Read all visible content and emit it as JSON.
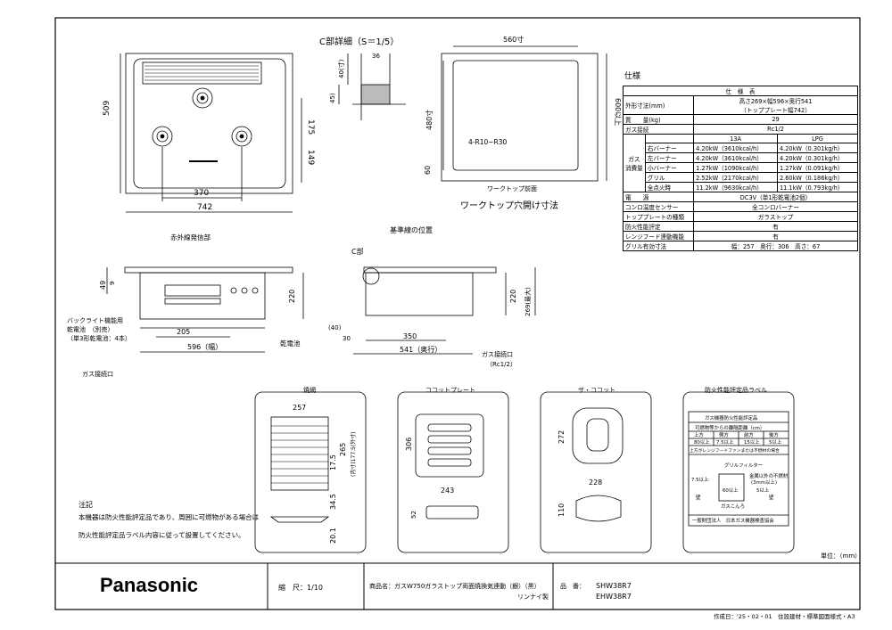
{
  "detail_c": {
    "title": "C部詳細（S＝1/5）",
    "dims": [
      "36",
      "40(寸)",
      "45)"
    ]
  },
  "top_view": {
    "dims": [
      "509",
      "175",
      "149",
      "370",
      "742"
    ]
  },
  "cutout": {
    "title": "ワークトップ穴開け寸法",
    "dims": [
      "560寸",
      "480寸",
      "600以上",
      "60",
      "4-R10~R30"
    ],
    "front_label": "ワークトップ前面"
  },
  "front_view": {
    "infrared_label": "赤外線発信部",
    "dims": [
      "49",
      "9",
      "220",
      "205",
      "596（幅）"
    ],
    "backlight_label": [
      "バックライト機能用",
      "乾電池　（別売）",
      "（単3形乾電池：4本）"
    ],
    "gas_inlet": "ガス接続口",
    "battery": "乾電池"
  },
  "side_view": {
    "reference_line": "基準線の位置",
    "c_part": "C部",
    "dims": [
      "(40)",
      "30",
      "350",
      "541（奥行）",
      "220",
      "269(最大)"
    ],
    "gas_inlet": "ガス接続口",
    "gas_inlet_size": "（Rc1/2）"
  },
  "accessories": [
    {
      "name": "焼網",
      "dims": [
        "257",
        "265",
        "17.5",
        "(内寸)177.5(外寸)",
        "34.5",
        "20.1"
      ]
    },
    {
      "name": "ココットプレート",
      "dims": [
        "306",
        "243",
        "52"
      ]
    },
    {
      "name": "ザ・ココット",
      "dims": [
        "272",
        "228",
        "110"
      ]
    },
    {
      "name": "防火性能評定品ラベル",
      "label_lines": [
        "ガス機器防火性能評定品",
        "可燃物等からの離隔距離（cm）",
        "上方",
        "側方",
        "前方",
        "後方",
        "80以上",
        "7.5以上",
        "15以上",
        "5以上",
        "上方がレンジフードファンまたは不燃材の場合",
        "グリルフィルター",
        "金属以外の不燃材",
        "(3mm以上)",
        "7.5以上",
        "60以上",
        "5以上",
        "壁",
        "壁",
        "ガスこんろ",
        "一般財団法人　日本ガス機器検査協会"
      ]
    }
  ],
  "spec": {
    "section_title": "仕様",
    "header": [
      "仕",
      "様",
      "表"
    ],
    "rows": [
      {
        "label": "外形寸法(mm)",
        "value": "高さ269×幅596×奥行541",
        "value2": "（トッププレート幅742）"
      },
      {
        "label": "質　　量(kg)",
        "value": "29"
      },
      {
        "label": "ガス接続",
        "value": "Rc1/2"
      }
    ],
    "gas_header": [
      "13A",
      "LPG"
    ],
    "gas_label": [
      "ガス",
      "消費量"
    ],
    "gas_rows": [
      {
        "label": "右バーナー",
        "c13a": "4.20kW（3610kcal/h）",
        "lpg": "4.20kW（0.301kg/h）"
      },
      {
        "label": "左バーナー",
        "c13a": "4.20kW（3610kcal/h）",
        "lpg": "4.20kW（0.301kg/h）"
      },
      {
        "label": "小バーナー",
        "c13a": "1.27kW（1090kcal/h）",
        "lpg": "1.27kW（0.091kg/h）"
      },
      {
        "label": "グリル",
        "c13a": "2.52kW（2170kcal/h）",
        "lpg": "2.60kW（0.186kg/h）"
      },
      {
        "label": "全点火時",
        "c13a": "11.2kW（9630kcal/h）",
        "lpg": "11.1kW（0.793kg/h）"
      }
    ],
    "rows2": [
      {
        "label": "電　　源",
        "value": "DC3V（単1形乾電池2個）"
      },
      {
        "label": "コンロ温度センサー",
        "value": "全コンロバーナー"
      },
      {
        "label": "トッププレートの種類",
        "value": "ガラストップ"
      },
      {
        "label": "防火性能評定",
        "value": "有"
      },
      {
        "label": "レンジフード連動機能",
        "value": "有"
      },
      {
        "label": "グリル有効寸法",
        "value": "幅：257　奥行：306　高さ：67"
      }
    ]
  },
  "note": {
    "title": "注記",
    "lines": [
      "本機器は防火性能評定品であり、周囲に可燃物がある場合は",
      "防火性能評定品ラベル内容に従って設置してください。"
    ]
  },
  "unit": "単位：（mm）",
  "title_block": {
    "brand": "Panasonic",
    "scale": "縮　尺：1/10",
    "product": "商品名：ガスW750ガラストップ両面焼換気連動（銀）（黒）",
    "maker": "リンナイ製",
    "model_label": "品　番：",
    "model1": "SHW38R7",
    "model2": "EHW38R7"
  },
  "footer": {
    "date": "作成日：'25・02・01",
    "company": "住設建材・標準図面様式・A3"
  }
}
